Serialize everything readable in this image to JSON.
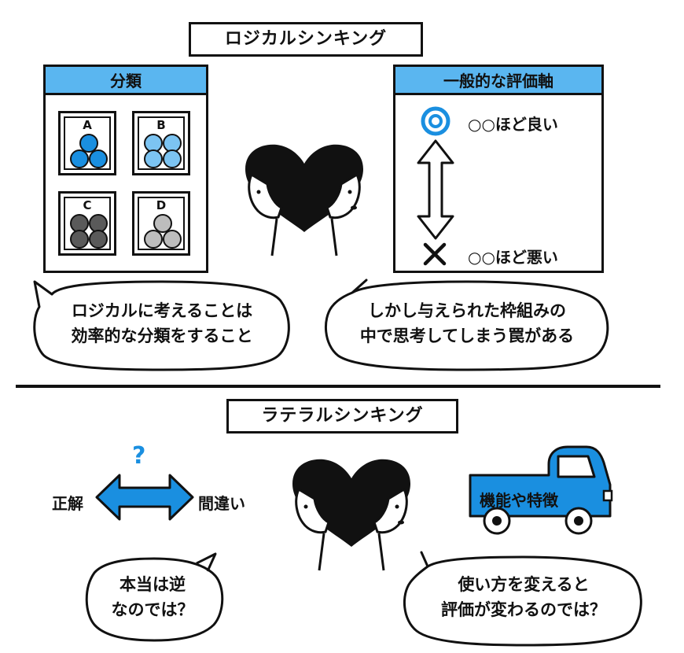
{
  "logical": {
    "title": "ロジカルシンキング",
    "classification_panel": {
      "header": "分類",
      "cells": [
        {
          "label": "A",
          "color": "#1a8fe0"
        },
        {
          "label": "B",
          "color": "#7cc4f2"
        },
        {
          "label": "C",
          "color": "#5a5a5a"
        },
        {
          "label": "D",
          "color": "#bdbdbd"
        }
      ]
    },
    "evaluation_panel": {
      "header": "一般的な評価軸",
      "top_label": "○○ほど良い",
      "bottom_label": "○○ほど悪い",
      "top_mark_color": "#1a8fe0"
    },
    "bubble_left": [
      "ロジカルに考えることは",
      "効率的な分類をすること"
    ],
    "bubble_right": [
      "しかし与えられた枠組みの",
      "中で思考してしまう罠がある"
    ]
  },
  "lateral": {
    "title": "ラテラルシンキング",
    "left_label": "正解",
    "right_label": "間違い",
    "question_mark": "?",
    "car_text": "機能や特徴",
    "bubble_left": [
      "本当は逆",
      "なのでは？"
    ],
    "bubble_right": [
      "使い方を変えると",
      "評価が変わるのでは？"
    ]
  },
  "colors": {
    "accent_blue": "#1a8fe0",
    "header_blue": "#5ab6f0",
    "ink": "#111111"
  }
}
